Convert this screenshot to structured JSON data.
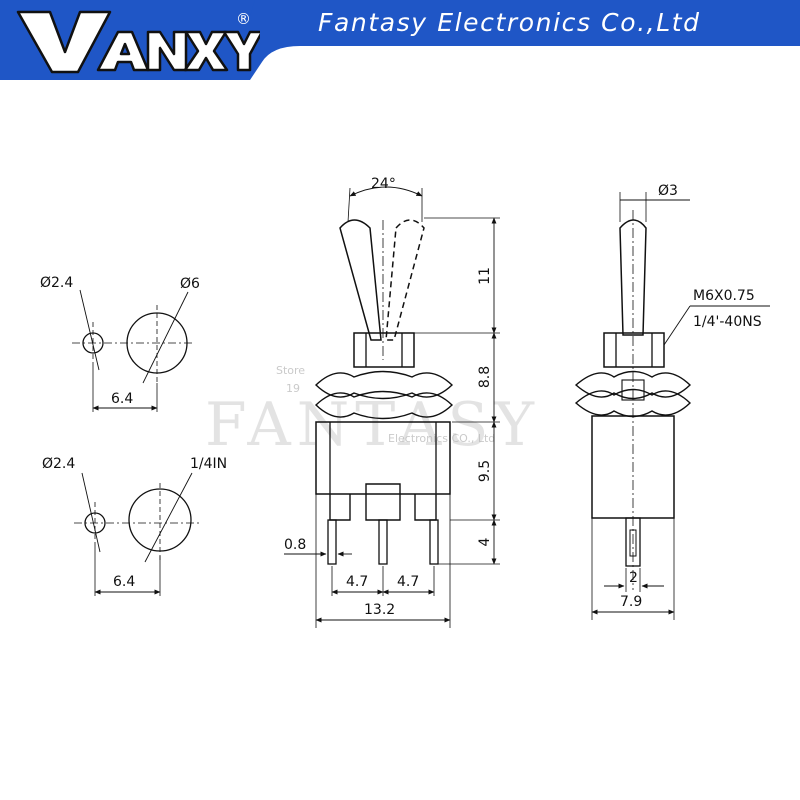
{
  "header": {
    "brand": "Vanxy",
    "registered_mark": "®",
    "company": "Fantasy Electronics Co.,Ltd",
    "colors": {
      "banner_blue": "#1f56c6",
      "logo_fill": "#ffffff",
      "logo_stroke": "#111111"
    }
  },
  "watermark": {
    "big": "FANTASY",
    "small_top": "Store",
    "small_year": "19",
    "small_bottom": "Electronics CO., Ltd"
  },
  "panel_holes": {
    "top": {
      "small_hole": "Ø2.4",
      "large_hole": "Ø6",
      "spacing": "6.4"
    },
    "bottom": {
      "small_hole": "Ø2.4",
      "large_hole": "1/4IN",
      "spacing": "6.4"
    }
  },
  "front_view": {
    "angle": "24°",
    "lever_height": "11",
    "bushing_height": "8.8",
    "body_height": "9.5",
    "pin_length": "4",
    "pin_width": "0.8",
    "pin_pitch_left": "4.7",
    "pin_pitch_right": "4.7",
    "body_width": "13.2"
  },
  "side_view": {
    "lever_diameter": "Ø3",
    "thread_metric": "M6X0.75",
    "thread_imperial": "1/4'-40NS",
    "pin_width": "2",
    "body_width": "7.9"
  }
}
